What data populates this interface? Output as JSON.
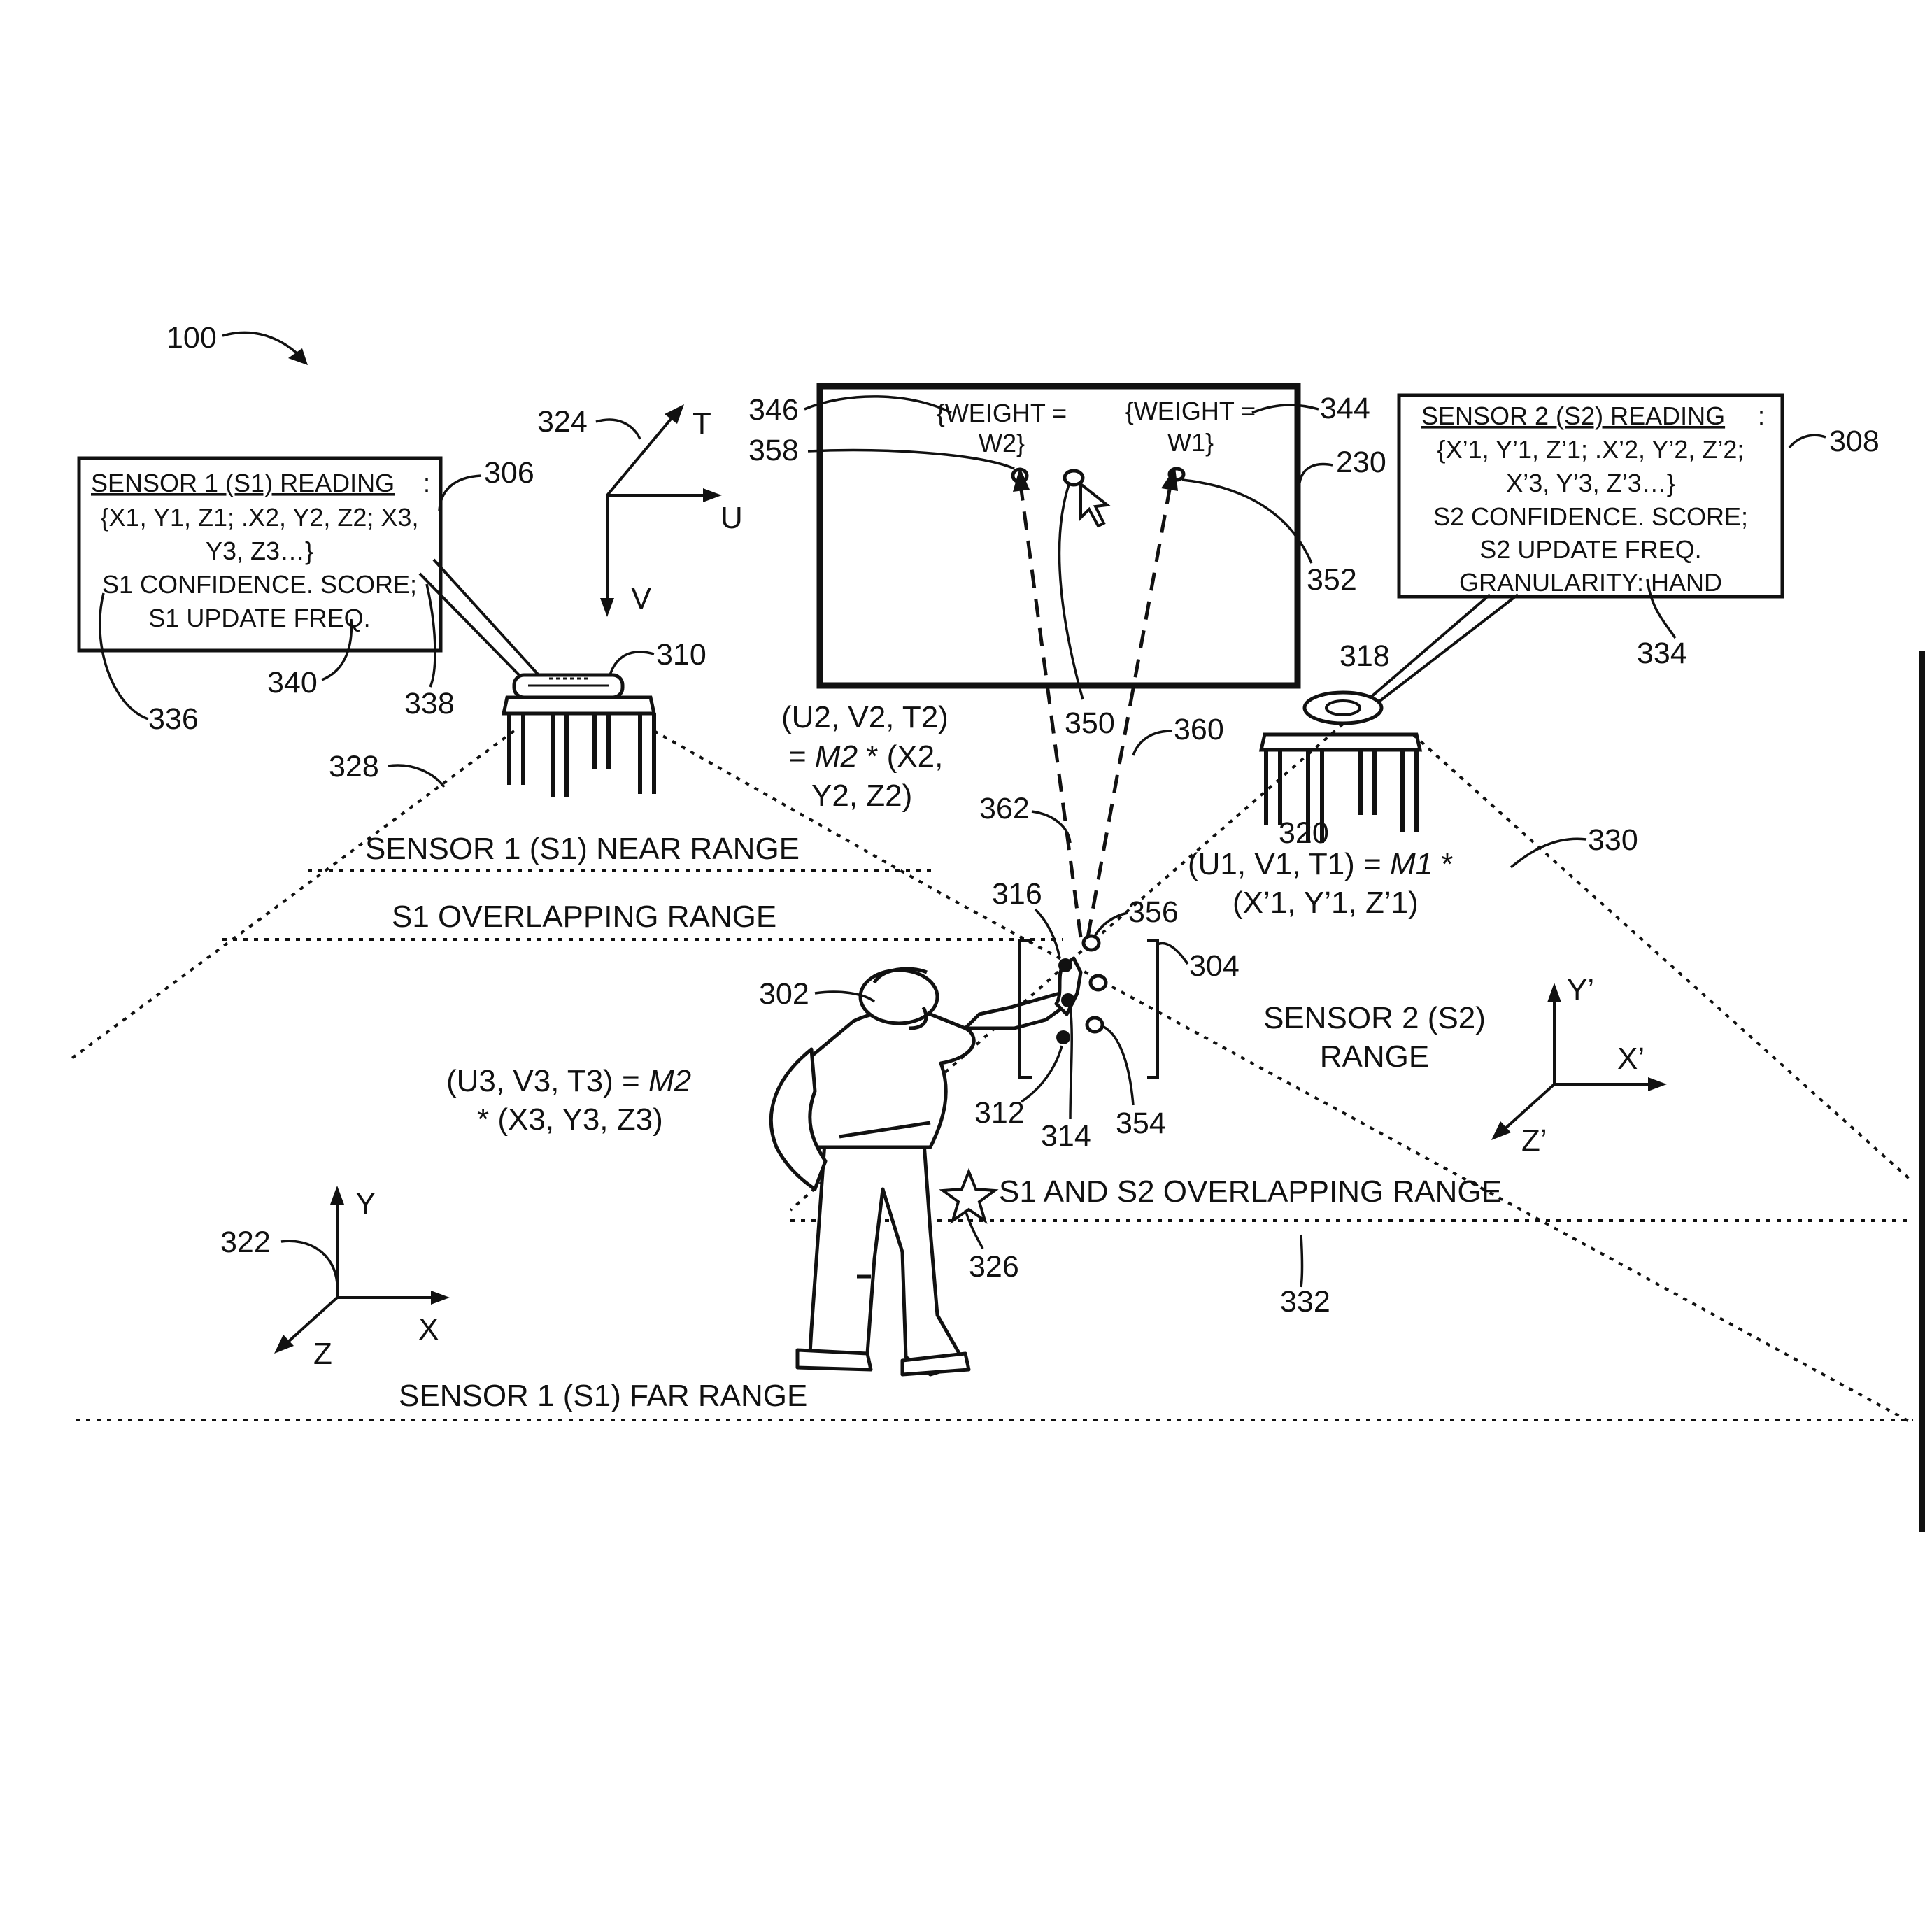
{
  "figure": {
    "ref": "100"
  },
  "sensor1_box": {
    "title": "SENSOR 1 (S1) READING",
    "colon": ":",
    "line1": "{X1, Y1, Z1; .X2, Y2, Z2; X3,",
    "line2": "Y3, Z3…}",
    "line3": "S1 CONFIDENCE. SCORE;",
    "line4": "S1 UPDATE FREQ.",
    "ref": "306"
  },
  "sensor2_box": {
    "title": "SENSOR 2 (S2) READING",
    "colon": ":",
    "line1": "{X’1, Y’1, Z’1; .X’2, Y’2, Z’2;",
    "line2": "X’3, Y’3, Z’3…}",
    "line3": "S2 CONFIDENCE. SCORE;",
    "line4": "S2 UPDATE FREQ.",
    "line5": "GRANULARITY: HAND",
    "ref": "308"
  },
  "display": {
    "ref": "230",
    "weight_left_1": "{WEIGHT =",
    "weight_left_2": "W2}",
    "weight_right_1": "{WEIGHT =",
    "weight_right_2": "W1}"
  },
  "screen_axes": {
    "ref": "324",
    "t": "T",
    "u": "U",
    "v": "V"
  },
  "world_axes": {
    "ref": "322",
    "x": "X",
    "y": "Y",
    "z": "Z"
  },
  "s2_axes": {
    "x": "X’",
    "y": "Y’",
    "z": "Z’"
  },
  "ranges": {
    "near": "SENSOR 1 (S1) NEAR RANGE",
    "overlap": "S1 OVERLAPPING RANGE",
    "far": "SENSOR 1 (S1) FAR RANGE",
    "s2_line1": "SENSOR 2 (S2)",
    "s2_line2": "RANGE",
    "both": "S1 AND S2 OVERLAPPING RANGE"
  },
  "equations": {
    "eq2_line1": "(U2, V2, T2)",
    "eq2_line2_pre": "= ",
    "eq2_m": "M2",
    "eq2_line2_post": " * (X2,",
    "eq2_line3": "Y2, Z2)",
    "eq1_line1_pre": "(U1, V1, T1) = ",
    "eq1_m": "M1",
    "eq1_line1_post": " *",
    "eq1_line2": "(X’1, Y’1, Z’1)",
    "eq3_line1_pre": "(U3, V3, T3) = ",
    "eq3_m": "M2",
    "eq3_line2": "* (X3, Y3, Z3)"
  },
  "refs": {
    "r302": "302",
    "r304": "304",
    "r310": "310",
    "r312": "312",
    "r314": "314",
    "r316": "316",
    "r318": "318",
    "r320": "320",
    "r326": "326",
    "r328": "328",
    "r330": "330",
    "r332": "332",
    "r334": "334",
    "r336": "336",
    "r338": "338",
    "r340": "340",
    "r344": "344",
    "r346": "346",
    "r350": "350",
    "r352": "352",
    "r354": "354",
    "r356": "356",
    "r358": "358",
    "r360": "360",
    "r362": "362"
  }
}
